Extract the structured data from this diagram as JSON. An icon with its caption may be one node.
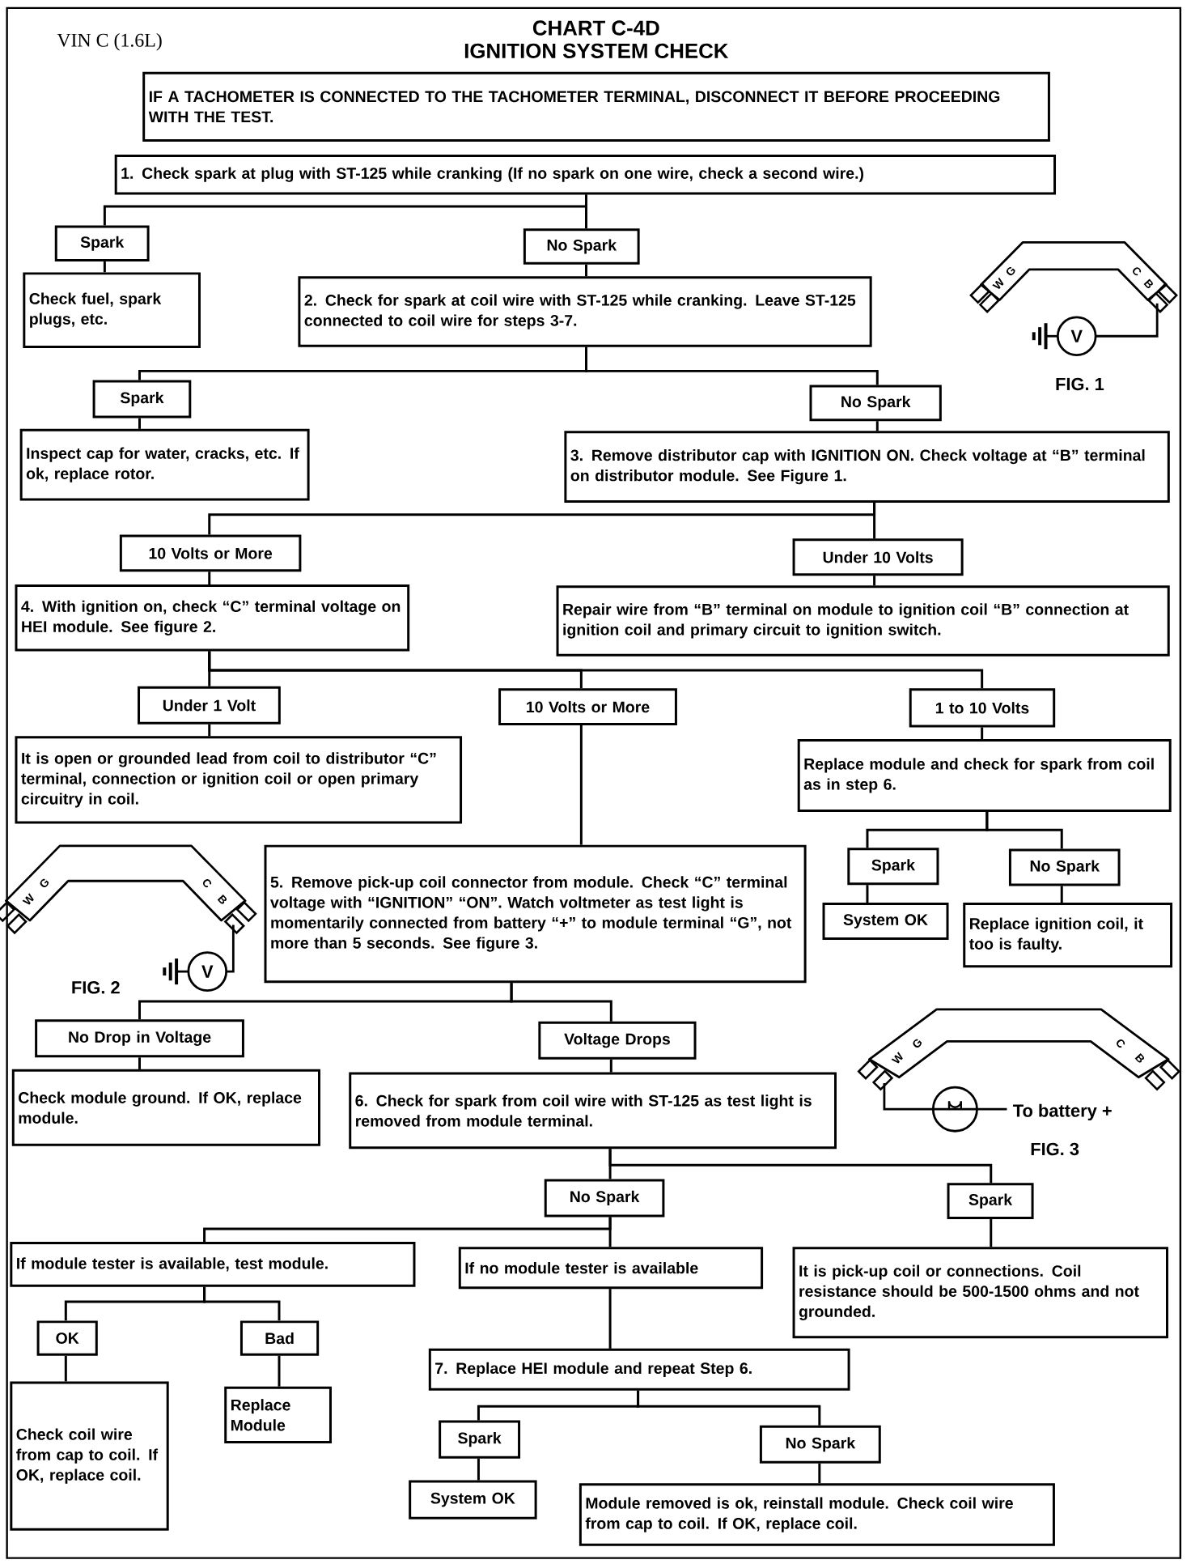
{
  "diagram": {
    "title": "IGNITION SYSTEM CHECK",
    "nodes": [
      {
        "text": [
          "IF A TACHOMETER IS CONNECTED TO THE TACHOMETER TERMINAL, DISCONNECT IT BEFORE PROCEEDING WITH THE TEST."
        ]
      },
      {
        "text": [
          "1. Check spark at plug with ST-125 while cranking (If no spark on one wire, check a second wire.)"
        ]
      },
      {
        "text": [
          "Spark"
        ]
      },
      {
        "text": [
          "Check fuel, spark plugs, etc."
        ]
      },
      {
        "text": [
          "No Spark"
        ]
      },
      {
        "text": [
          "2. Check for spark at coil wire with ST-125 while cranking. Leave ST-125 connected to coil wire for steps 3-7."
        ]
      },
      {
        "text": [
          "Spark"
        ]
      },
      {
        "text": [
          "Inspect cap for water, cracks, etc. If ok, replace rotor."
        ]
      },
      {
        "text": [
          "No Spark"
        ]
      },
      {
        "text": [
          "3. Remove distributor cap with IGNITION ON. Check voltage at “B” terminal on distributor module. See Figure 1."
        ]
      },
      {
        "text": [
          "10 Volts or More"
        ]
      },
      {
        "text": [
          "Under 10 Volts"
        ]
      },
      {
        "text": [
          "4. With ignition on, check “C” terminal voltage on HEI module. See figure 2."
        ]
      },
      {
        "text": [
          "Repair wire from “B” terminal on module to ignition coil “B” connection at ignition coil and primary circuit to ignition switch."
        ]
      },
      {
        "text": [
          "Under 1 Volt"
        ]
      },
      {
        "text": [
          "10 Volts or More"
        ]
      },
      {
        "text": [
          "1 to 10 Volts"
        ]
      },
      {
        "text": [
          "It is open or grounded lead from coil to distributor “C” terminal, connection or ignition coil or open primary circuitry in coil."
        ]
      },
      {
        "text": [
          "Replace module and check for spark from coil as in step 6."
        ]
      },
      {
        "text": [
          "5. Remove pick-up coil connector from module. Check “C” terminal voltage with “IGNITION” “ON”. Watch voltmeter as test light is momentarily connected from battery “+” to module terminal “G”, not more than 5 seconds. See figure 3."
        ]
      },
      {
        "text": [
          "Spark"
        ]
      },
      {
        "text": [
          "No Spark"
        ]
      },
      {
        "text": [
          "System OK"
        ]
      },
      {
        "text": [
          "Replace ignition coil, it too is faulty."
        ]
      },
      {
        "text": [
          "No Drop in Voltage"
        ]
      },
      {
        "text": [
          "Voltage Drops"
        ]
      },
      {
        "text": [
          "Check module ground. If OK, replace module."
        ]
      },
      {
        "text": [
          "6. Check for spark from coil wire with ST-125 as test light is removed from module terminal."
        ]
      },
      {
        "text": [
          "No Spark"
        ]
      },
      {
        "text": [
          "Spark"
        ]
      },
      {
        "text": [
          "If module tester is available, test module."
        ]
      },
      {
        "text": [
          "If no module tester is available"
        ]
      },
      {
        "text": [
          "It is pick-up coil or connections. Coil resistance should be 500-1500 ohms and not grounded."
        ]
      },
      {
        "text": [
          "OK"
        ]
      },
      {
        "text": [
          "Bad"
        ]
      },
      {
        "text": [
          "7. Replace HEI module and repeat Step 6."
        ]
      },
      {
        "text": [
          "Check coil wire from cap to coil. If OK, replace coil."
        ]
      },
      {
        "text": [
          "Replace Module"
        ]
      },
      {
        "text": [
          "Spark"
        ]
      },
      {
        "text": [
          "No Spark"
        ]
      },
      {
        "text": [
          "System OK"
        ]
      },
      {
        "text": [
          "Module removed is ok, reinstall module. Check coil wire from cap to coil. If OK, replace coil."
        ]
      }
    ],
    "edges": [
      {
        "from": 1,
        "to": 2,
        "arrow": "none"
      },
      {
        "from": 1,
        "to": 4,
        "arrow": "none"
      },
      {
        "from": 2,
        "to": 3,
        "arrow": "none"
      },
      {
        "from": 4,
        "to": 5,
        "arrow": "none"
      },
      {
        "from": 5,
        "to": 6,
        "arrow": "none"
      },
      {
        "from": 5,
        "to": 8,
        "arrow": "none"
      },
      {
        "from": 6,
        "to": 7,
        "arrow": "none"
      },
      {
        "from": 8,
        "to": 9,
        "arrow": "none"
      },
      {
        "from": 9,
        "to": 10,
        "arrow": "none"
      },
      {
        "from": 9,
        "to": 11,
        "arrow": "none"
      },
      {
        "from": 10,
        "to": 12,
        "arrow": "none"
      },
      {
        "from": 11,
        "to": 13,
        "arrow": "none"
      },
      {
        "from": 12,
        "to": 14,
        "arrow": "none"
      },
      {
        "from": 12,
        "to": 15,
        "arrow": "none"
      },
      {
        "from": 12,
        "to": 16,
        "arrow": "none"
      },
      {
        "from": 14,
        "to": 17,
        "arrow": "none"
      },
      {
        "from": 15,
        "to": 19,
        "arrow": "none"
      },
      {
        "from": 16,
        "to": 18,
        "arrow": "none"
      },
      {
        "from": 18,
        "to": 20,
        "arrow": "none"
      },
      {
        "from": 18,
        "to": 21,
        "arrow": "none"
      },
      {
        "from": 20,
        "to": 22,
        "arrow": "none"
      },
      {
        "from": 21,
        "to": 23,
        "arrow": "none"
      },
      {
        "from": 19,
        "to": 24,
        "arrow": "none"
      },
      {
        "from": 19,
        "to": 25,
        "arrow": "none"
      },
      {
        "from": 24,
        "to": 26,
        "arrow": "none"
      },
      {
        "from": 25,
        "to": 27,
        "arrow": "none"
      },
      {
        "from": 27,
        "to": 28,
        "arrow": "none"
      },
      {
        "from": 27,
        "to": 29,
        "arrow": "none"
      },
      {
        "from": 28,
        "to": 30,
        "arrow": "none"
      },
      {
        "from": 28,
        "to": 31,
        "arrow": "none"
      },
      {
        "from": 29,
        "to": 32,
        "arrow": "none"
      },
      {
        "from": 30,
        "to": 33,
        "arrow": "none"
      },
      {
        "from": 30,
        "to": 34,
        "arrow": "none"
      },
      {
        "from": 33,
        "to": 36,
        "arrow": "none"
      },
      {
        "from": 34,
        "to": 37,
        "arrow": "none"
      },
      {
        "from": 31,
        "to": 35,
        "arrow": "none"
      },
      {
        "from": 35,
        "to": 38,
        "arrow": "none"
      },
      {
        "from": 35,
        "to": 39,
        "arrow": "none"
      },
      {
        "from": 38,
        "to": 40,
        "arrow": "none"
      },
      {
        "from": 39,
        "to": 41,
        "arrow": "none"
      }
    ],
    "labels": [
      "VIN C (1.6L)",
      "CHART C-4D",
      "W",
      "G",
      "B",
      "C",
      "V",
      "FIG. 1",
      "W",
      "G",
      "B",
      "C",
      "V",
      "FIG. 2",
      "W",
      "G",
      "B",
      "C",
      "To battery +",
      "FIG. 3"
    ]
  }
}
